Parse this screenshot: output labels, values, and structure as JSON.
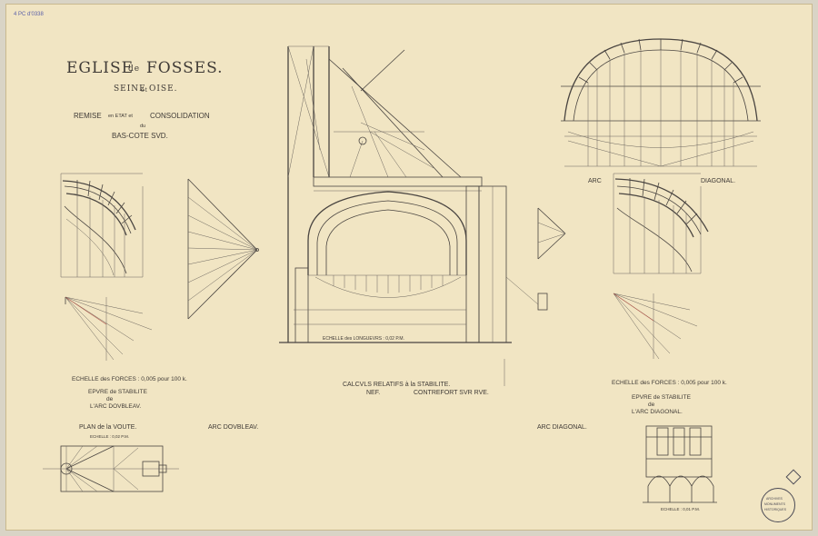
{
  "corner_note": "4 PC d'0338",
  "title": {
    "line1_a": "EGLISE",
    "line1_b": "de",
    "line1_c": "FOSSES.",
    "dept_a": "SEINE",
    "dept_b": "et",
    "dept_c": "OISE.",
    "work_a": "REMISE",
    "work_b": "en ETAT et",
    "work_c": "CONSOLIDATION",
    "work_d": "du",
    "work_e": "BAS-COTE SVD."
  },
  "labels": {
    "echelle_forces_left": "ECHELLE des FORCES : 0,005 pour 100 k.",
    "epure_left_1": "EPVRE de STABILITE",
    "epure_left_2": "de",
    "epure_left_3": "L'ARC DOVBLEAV.",
    "plan_voute": "PLAN de la VOUTE.",
    "plan_echelle": "ECHELLE : 0,02 P.M.",
    "arc_doubleau": "ARC DOVBLEAV.",
    "echelle_longueurs": "ECHELLE des LONGUEVRS : 0,02 P.M.",
    "echelle_forces_mid": "ECHELLE des FORCES : 0,005 pour 100 k.",
    "calculs_title": "CALCVLS RELATIFS à la STABILITE.",
    "nef": "NEF.",
    "contrefort": "CONTREFORT SVR RVE.",
    "arc_diagonal_top_1": "ARC",
    "arc_diagonal_top_2": "DIAGONAL.",
    "echelle_forces_right": "ECHELLE des FORCES : 0,005 pour 100 k.",
    "epure_right_1": "EPVRE de STABILITE",
    "epure_right_2": "de",
    "epure_right_3": "L'ARC DIAGONAL.",
    "arc_diagonal_bottom": "ARC DIAGONAL.",
    "echelle_right": "ECHELLE : 0,01 P.M.",
    "stamp_text_1": "ARCHIVES",
    "stamp_text_2": "MONUMENTS",
    "stamp_text_3": "HISTORIQUES"
  }
}
